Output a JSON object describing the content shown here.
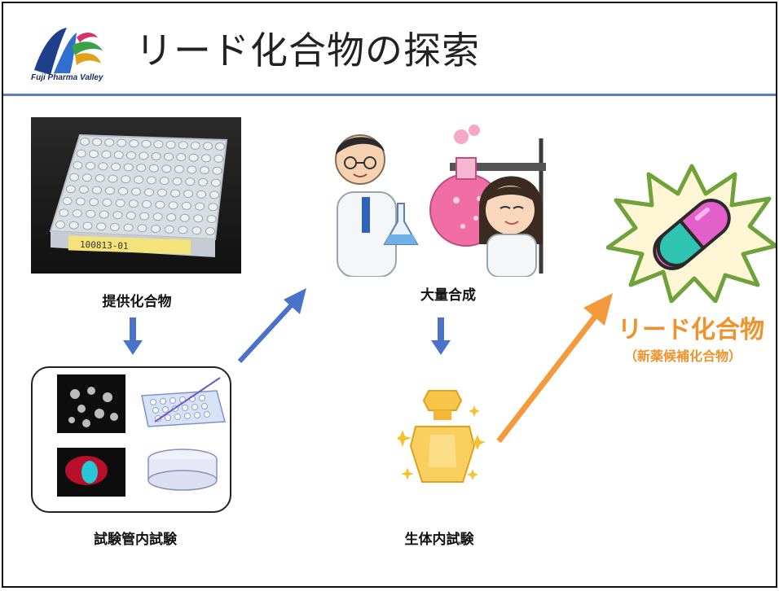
{
  "header": {
    "logo_text": "Fuji Pharma Valley",
    "title": "リード化合物の探索"
  },
  "steps": {
    "provided": "提供化合物",
    "invitro": "試験管内試験",
    "synthesis": "大量合成",
    "invivo": "生体内試験"
  },
  "lead": {
    "main": "リード化合物",
    "sub": "（新薬候補化合物）"
  },
  "plate_label": "100813-01",
  "colors": {
    "rule": "#5b7fc7",
    "blue_arrow": "#4a72c9",
    "orange_arrow": "#f39a3c",
    "lead_text": "#f0922a"
  }
}
